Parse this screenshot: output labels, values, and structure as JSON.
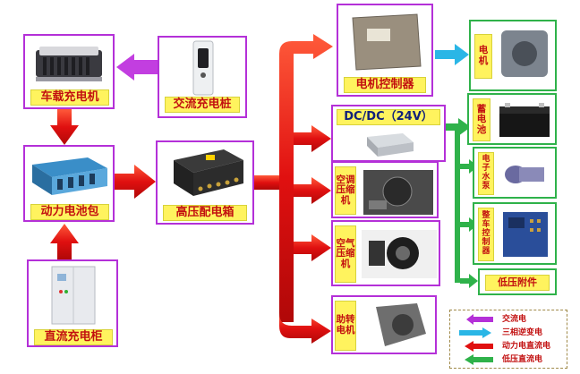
{
  "nodes": {
    "onboard_charger": "车载充电机",
    "ac_pile": "交流充电桩",
    "battery_pack": "动力电池包",
    "hv_box": "高压配电箱",
    "dc_cabinet": "直流充电柜",
    "motor_controller": "电机控制器",
    "dcdc": "DC/DC（24V）",
    "ac_compressor": "空调压缩机",
    "air_compressor": "空气压缩机",
    "steering_motor": "助转电机",
    "motor": "电机",
    "storage_battery": "蓄电池",
    "water_pump": "电子水泵",
    "vehicle_controller": "整车控制器",
    "lv_accessories": "低压附件"
  },
  "legend": [
    {
      "label": "交流电",
      "color": "#b430d8"
    },
    {
      "label": "三相逆变电",
      "color": "#2ab6e6"
    },
    {
      "label": "动力电直流电",
      "color": "#e01010"
    },
    {
      "label": "低压直流电",
      "color": "#2fb24a"
    }
  ],
  "colors": {
    "ac": "#b430d8",
    "three_phase": "#2ab6e6",
    "hv_dc": "#e01010",
    "lv_dc": "#2fb24a",
    "label_bg": "#fff35e",
    "label_text": "#c21010"
  }
}
